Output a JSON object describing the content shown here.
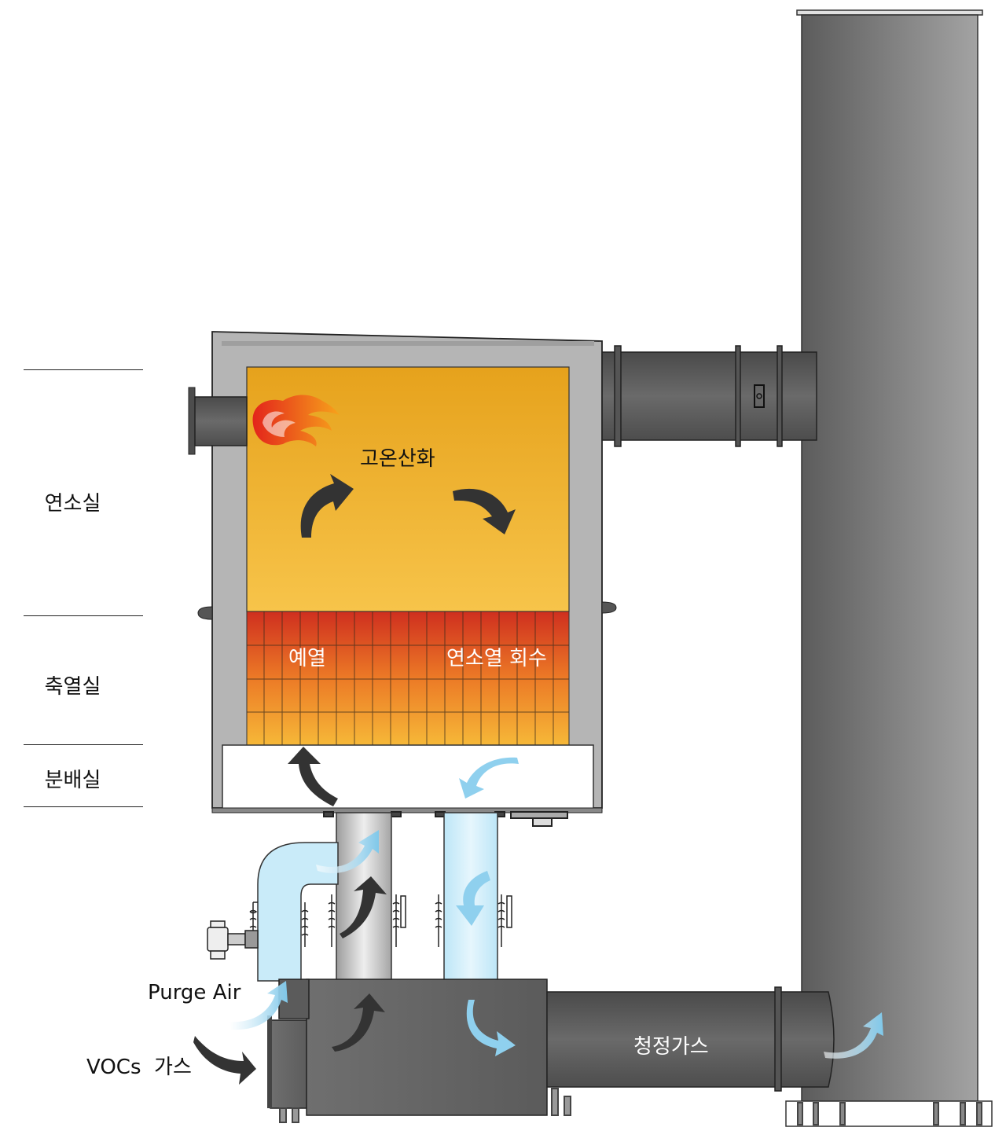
{
  "zones": {
    "combustion_chamber": "연소실",
    "heat_storage_chamber": "축열실",
    "distribution_chamber": "분배실"
  },
  "labels": {
    "high_temp_oxidation": "고온산화",
    "preheat": "예열",
    "heat_recovery": "연소열 회수",
    "purge_air": "Purge Air",
    "vocs_gas": "VOCs  가스",
    "clean_gas": "청정가스"
  },
  "colors": {
    "combustion_top": "#e6a21c",
    "combustion_bottom": "#f7c44a",
    "media_top": "#cf2f1f",
    "media_bottom": "#f6b838",
    "casing": "#b5b5b5",
    "steel_dark": "#5b5b5b",
    "cold_flow": "#8fd0ee",
    "arrow_dark": "#333333"
  }
}
